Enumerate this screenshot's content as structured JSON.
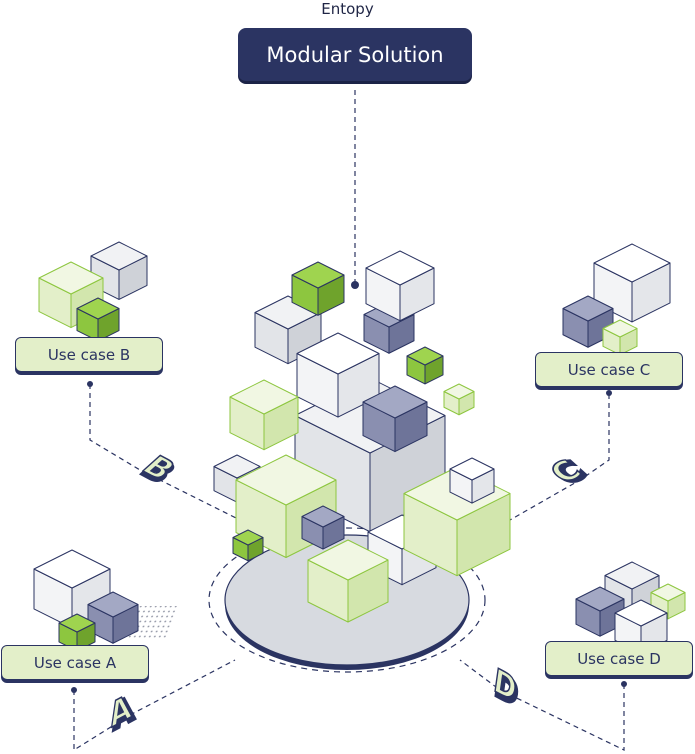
{
  "brand": "Entopy",
  "solution_title": "Modular Solution",
  "use_cases": {
    "a": "Use case A",
    "b": "Use case B",
    "c": "Use case C",
    "d": "Use case D"
  },
  "letters": {
    "a": "A",
    "b": "B",
    "c": "C",
    "d": "D"
  },
  "colors": {
    "navy": "#2b3462",
    "green": "#8dc63f",
    "light_green": "#e3efc9",
    "slate": "#8a8fb0",
    "grey": "#e6e7ea",
    "platform": "#d7dae0"
  }
}
